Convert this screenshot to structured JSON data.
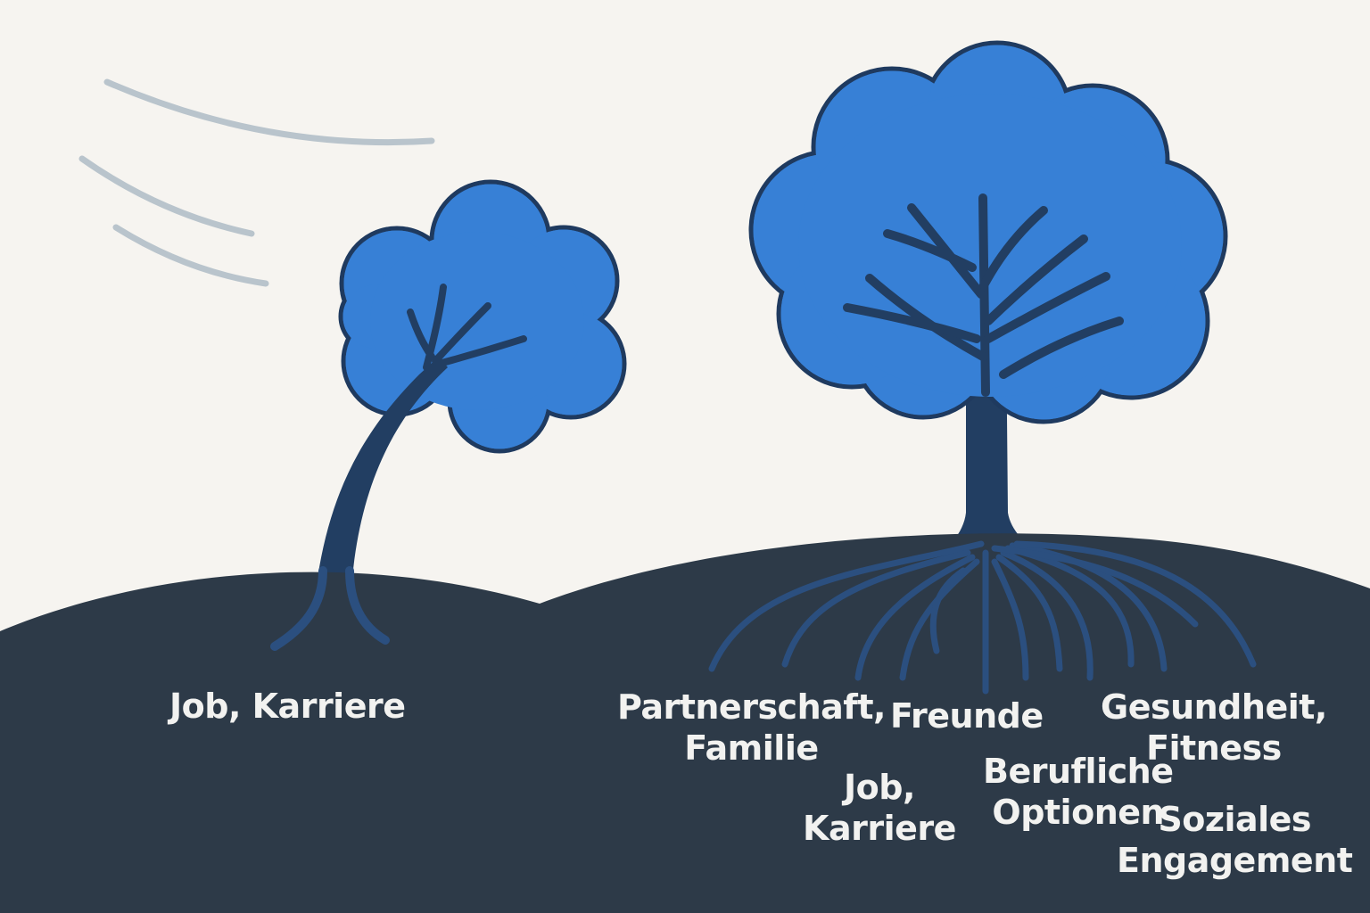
{
  "colors": {
    "background": "#f6f4f0",
    "ground": "#2d3a48",
    "canopy": "#3780d6",
    "outline": "#1f3a5f",
    "trunk": "#223e62",
    "roots": "#2b4f7f",
    "wind": "#b9c4cc",
    "label_text": "#f2f2f0"
  },
  "weak_tree": {
    "label": "Job, Karriere"
  },
  "strong_tree": {
    "roots": [
      {
        "line1": "Partnerschaft,",
        "line2": "Familie"
      },
      {
        "line1": "Freunde",
        "line2": ""
      },
      {
        "line1": "Gesundheit,",
        "line2": "Fitness"
      },
      {
        "line1": "Job,",
        "line2": "Karriere"
      },
      {
        "line1": "Berufliche",
        "line2": "Optionen"
      },
      {
        "line1": "Soziales",
        "line2": "Engagement"
      }
    ]
  }
}
